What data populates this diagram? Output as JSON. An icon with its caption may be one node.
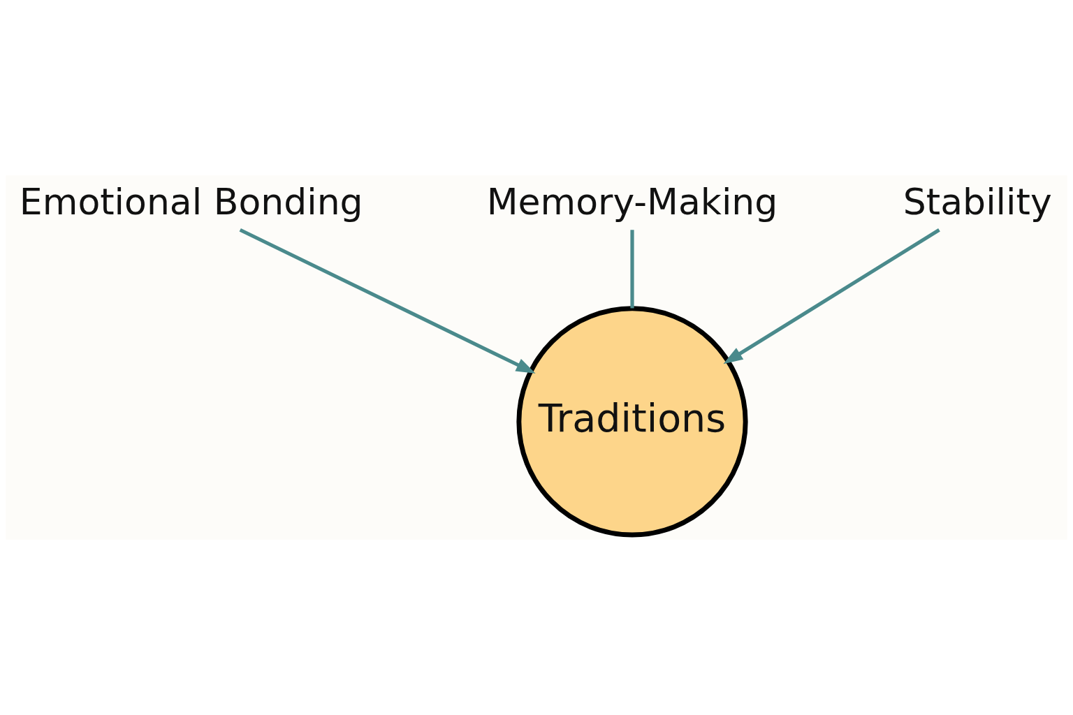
{
  "diagram": {
    "nodes": [
      {
        "text": [
          "Emotional Bonding"
        ]
      },
      {
        "text": [
          "Memory-Making"
        ]
      },
      {
        "text": [
          "Stability"
        ]
      },
      {
        "text": [
          "Traditions"
        ]
      }
    ],
    "edges": [
      {
        "from": 0,
        "to": 3,
        "arrow": "to"
      },
      {
        "from": 1,
        "to": 3,
        "arrow": "none"
      },
      {
        "from": 2,
        "to": 3,
        "arrow": "to"
      }
    ]
  }
}
